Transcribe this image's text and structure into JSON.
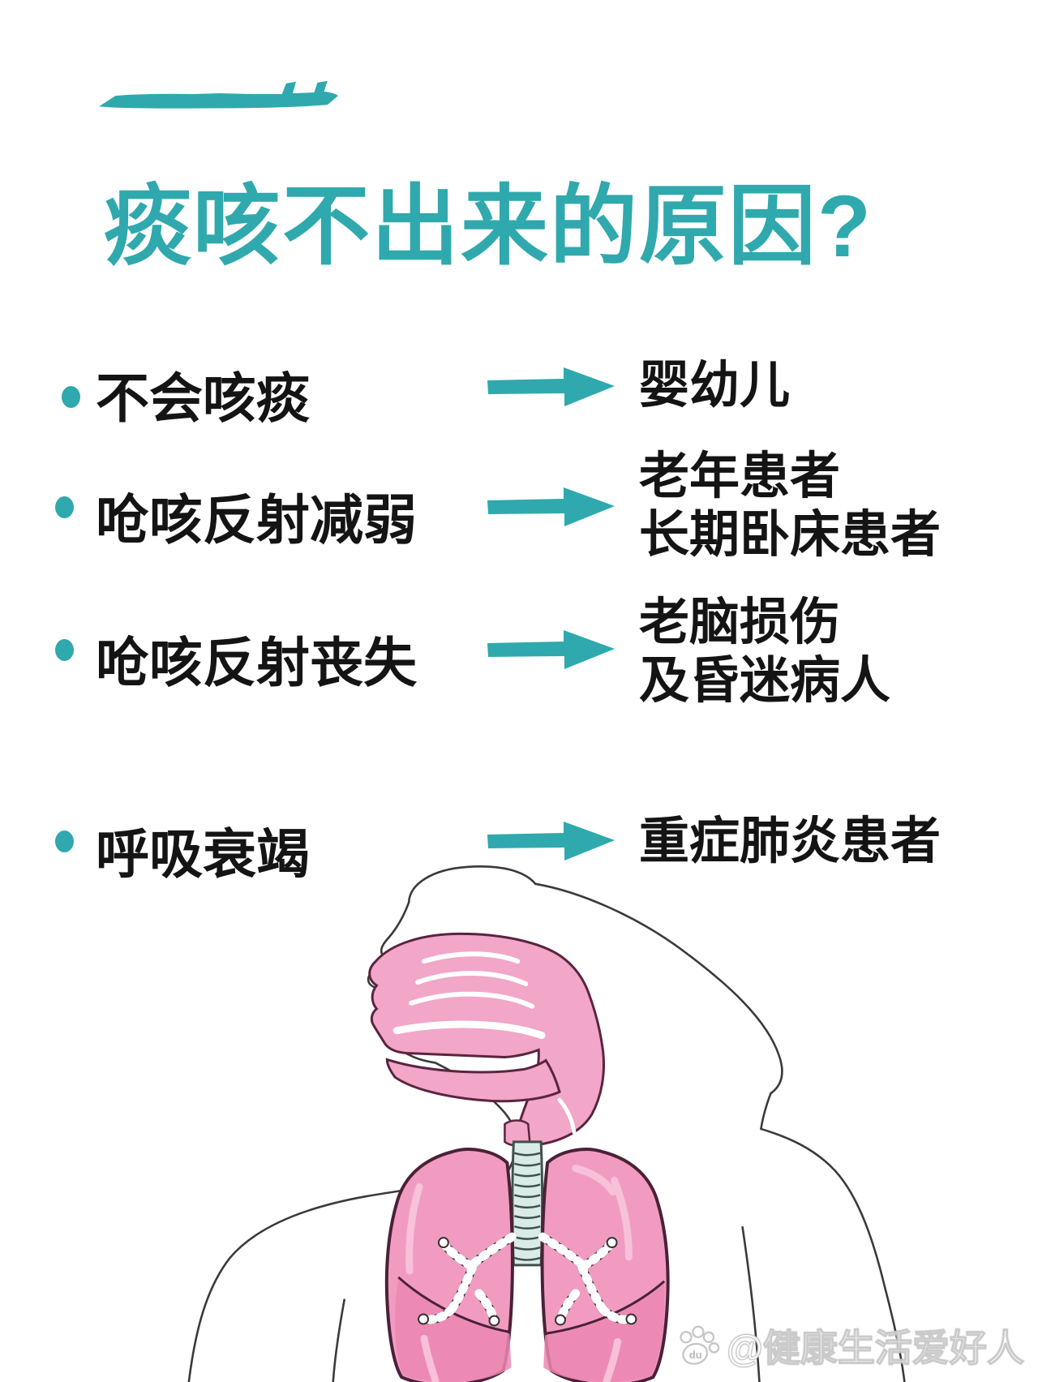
{
  "title": {
    "text": "痰咳不出来的原因?"
  },
  "colors": {
    "accent_teal": "#2FA9AD",
    "text_dark": "#141414",
    "lung_pink": "#F29BC1",
    "lung_pink_dark": "#EC87B1",
    "lung_outline": "#4A2138",
    "airway_pink": "#F2A6C8",
    "trachea_fill": "#D9EBE7",
    "watermark_gray": "#C8C8C8"
  },
  "list": {
    "rows": [
      {
        "label": "不会咳痰",
        "targets": [
          "婴幼儿"
        ]
      },
      {
        "label": "呛咳反射减弱",
        "targets": [
          "老年患者",
          "长期卧床患者"
        ]
      },
      {
        "label": "呛咳反射丧失",
        "targets": [
          "老脑损伤",
          "及昏迷病人"
        ]
      },
      {
        "label": "呼吸衰竭",
        "targets": [
          "重症肺炎患者"
        ]
      }
    ]
  },
  "illustration": {
    "name": "respiratory-anatomy-figure"
  },
  "watermark": {
    "platform_icon": "baidu-paw-icon",
    "icon_label": "du",
    "handle": "@健康生活爱好人"
  }
}
